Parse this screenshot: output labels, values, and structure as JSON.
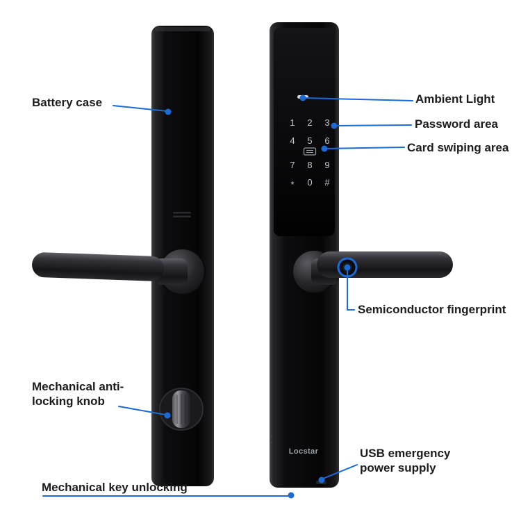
{
  "product": {
    "brand": "Locstar",
    "keypad_rows": [
      [
        "1",
        "2",
        "3"
      ],
      [
        "4",
        "5",
        "6"
      ],
      [
        "7",
        "8",
        "9"
      ],
      [
        "*",
        "0",
        "#"
      ]
    ]
  },
  "annotations": {
    "battery_case": "Battery case",
    "ambient_light": "Ambient Light",
    "password_area": "Password area",
    "card_swiping_area": "Card swiping area",
    "semiconductor_fingerprint": "Semiconductor fingerprint",
    "anti_locking_knob_line1": "Mechanical anti-",
    "anti_locking_knob_line2": "locking knob",
    "mechanical_key_unlocking": "Mechanical key unlocking",
    "usb_line1": "USB emergency",
    "usb_line2": "power supply"
  },
  "colors": {
    "callout_blue": "#1b6ad6",
    "label_text": "#1c1c1e",
    "lock_black": "#0a0a0a"
  }
}
